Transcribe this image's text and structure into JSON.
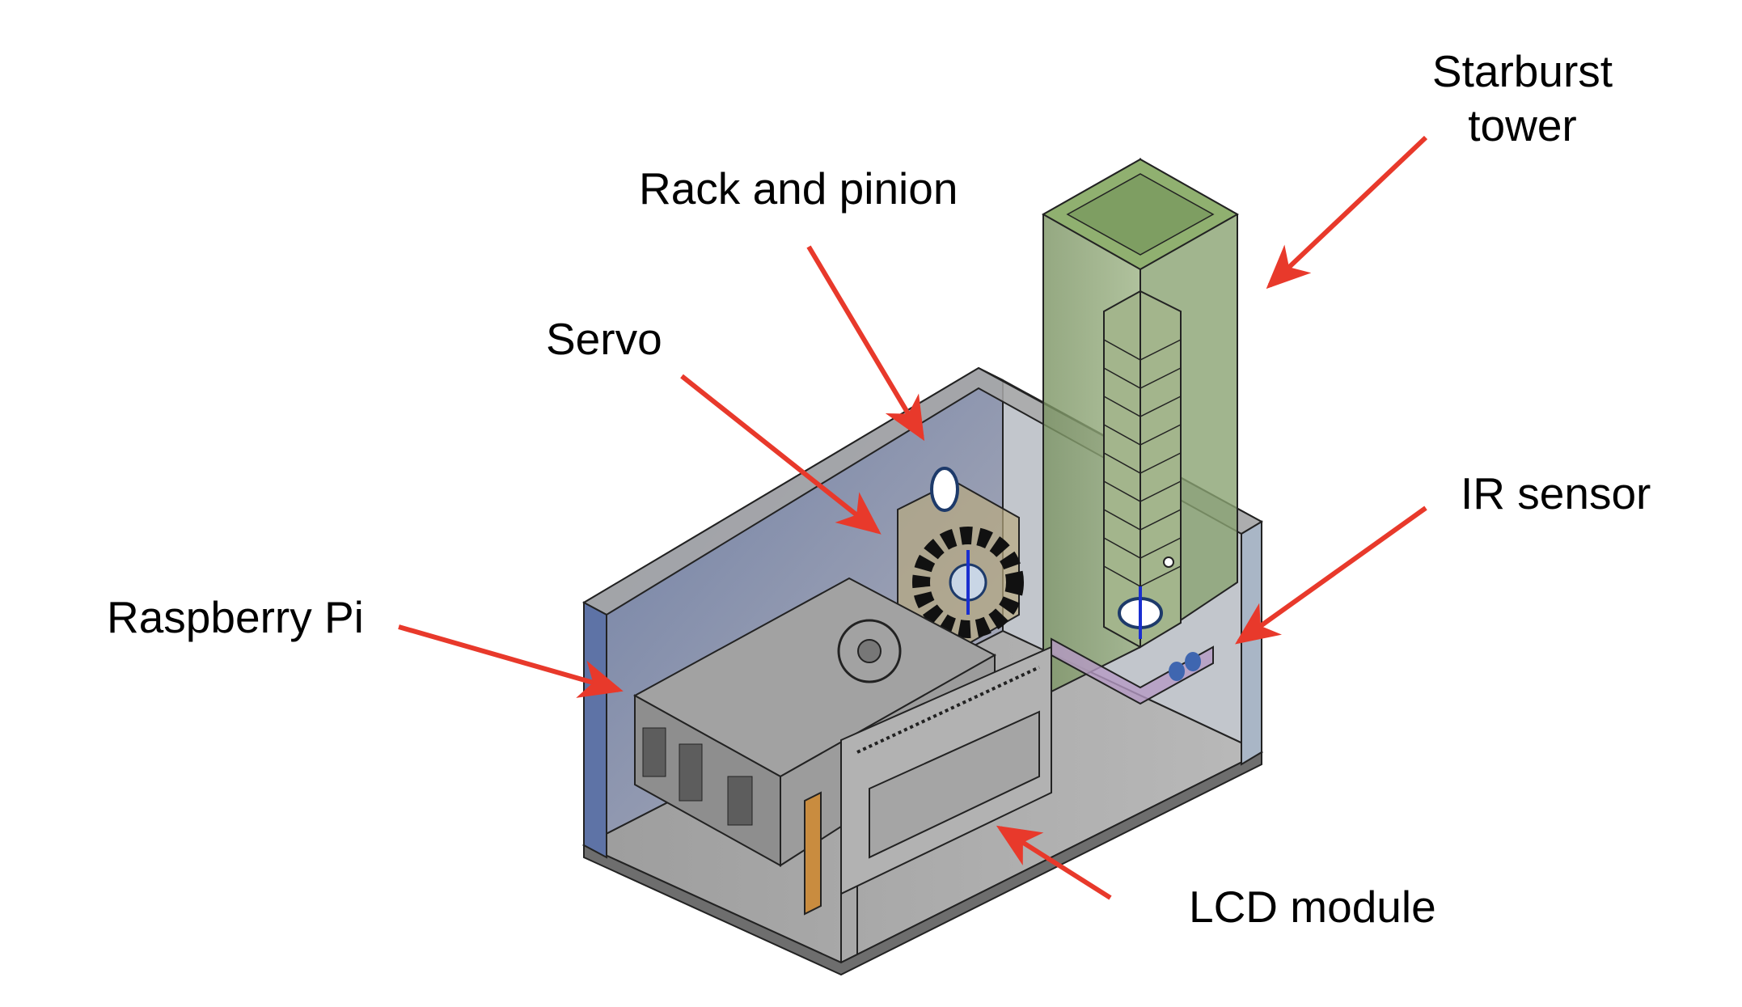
{
  "figure": {
    "title": "Annotated CAD assembly of enclosure",
    "arrow_color": "#e8392b",
    "colors": {
      "enclosure_wall": "#6f7d9e",
      "enclosure_edge": "#a8acb4",
      "floor": "#8c8c8c",
      "tower": "#7f9a66",
      "pi_case": "#9a9a9a",
      "lcd": "#b4b4b4",
      "ir_base": "#b59ac4",
      "spacer": "#c99a52"
    }
  },
  "labels": {
    "starburst_tower_line1": "Starburst",
    "starburst_tower_line2": "tower",
    "rack_and_pinion": "Rack and pinion",
    "servo": "Servo",
    "raspberry_pi": "Raspberry Pi",
    "ir_sensor": "IR sensor",
    "lcd_module": "LCD module"
  }
}
